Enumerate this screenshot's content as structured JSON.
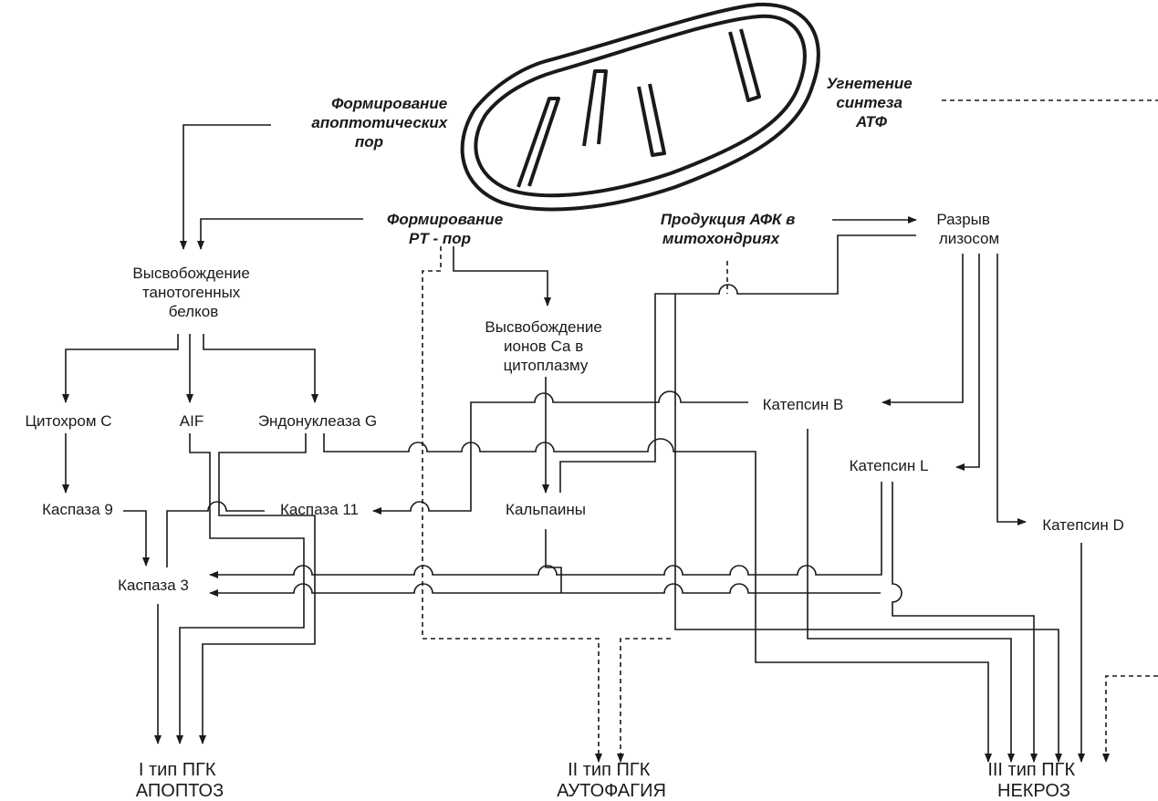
{
  "mito_labels": {
    "apoptotic_pores": [
      "Формирование",
      "апоптотических",
      "пор"
    ],
    "pt_pores": [
      "Формирование",
      "PT - пор"
    ],
    "ros": [
      "Продукция АФК в",
      "митохондриях"
    ],
    "atp": [
      "Угнетение",
      "синтеза",
      "АТФ"
    ]
  },
  "nodes": {
    "release_thanato": [
      "Высвобождение",
      "танотогенных",
      "белков"
    ],
    "cytochrome_c": "Цитохром С",
    "aif": "AIF",
    "endonuclease_g": "Эндонуклеаза G",
    "caspase_9": "Каспаза 9",
    "caspase_11": "Каспаза 11",
    "caspase_3": "Каспаза 3",
    "release_ca": [
      "Высвобождение",
      "ионов Са в",
      "цитоплазму"
    ],
    "calpains": "Кальпаины",
    "lysosome_rupture": [
      "Разрыв",
      "лизосом"
    ],
    "cathepsin_b": "Катепсин В",
    "cathepsin_l": "Катепсин L",
    "cathepsin_d": "Катепсин D"
  },
  "outcomes": {
    "type1": [
      "I тип ПГК",
      "АПОПТОЗ"
    ],
    "type2": [
      "II тип ПГК",
      "АУТОФАГИЯ"
    ],
    "type3": [
      "III тип ПГК",
      "НЕКРОЗ"
    ]
  }
}
